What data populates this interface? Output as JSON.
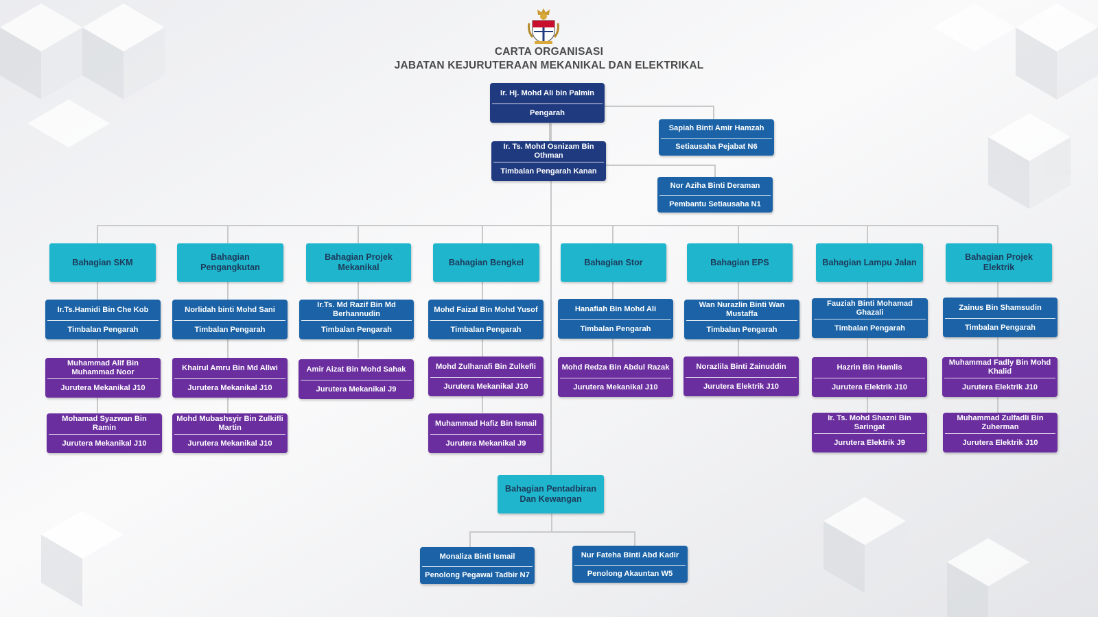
{
  "header": {
    "title": "CARTA ORGANISASI",
    "subtitle": "JABATAN KEJURUTERAAN MEKANIKAL DAN ELEKTRIKAL"
  },
  "top": {
    "director": {
      "name": "Ir. Hj. Mohd Ali bin Palmin",
      "position": "Pengarah"
    },
    "secretary": {
      "name": "Sapiah Binti Amir Hamzah",
      "position": "Setiausaha Pejabat N6"
    },
    "deputy": {
      "name": "Ir. Ts. Mohd Osnizam Bin Othman",
      "position": "Timbalan Pengarah Kanan"
    },
    "assistant": {
      "name": "Nor Aziha Binti Deraman",
      "position": "Pembantu Setiausaha N1"
    }
  },
  "divisions": [
    {
      "name": "Bahagian SKM",
      "deputy": {
        "name": "Ir.Ts.Hamidi Bin Che Kob",
        "position": "Timbalan Pengarah"
      },
      "staff": [
        {
          "name": "Muhammad Alif Bin Muhammad Noor",
          "position": "Jurutera Mekanikal J10"
        },
        {
          "name": "Mohamad Syazwan Bin Ramin",
          "position": "Jurutera Mekanikal J10"
        }
      ]
    },
    {
      "name": "Bahagian Pengangkutan",
      "deputy": {
        "name": "Norlidah binti Mohd Sani",
        "position": "Timbalan Pengarah"
      },
      "staff": [
        {
          "name": "Khairul Amru Bin Md Allwi",
          "position": "Jurutera Mekanikal J10"
        },
        {
          "name": "Mohd Mubashsyir Bin Zulkifli Martin",
          "position": "Jurutera Mekanikal J10"
        }
      ]
    },
    {
      "name": "Bahagian Projek Mekanikal",
      "deputy": {
        "name": "Ir.Ts. Md Razif Bin Md Berhannudin",
        "position": "Timbalan Pengarah"
      },
      "staff": [
        {
          "name": "Amir Aizat Bin Mohd Sahak",
          "position": "Jurutera Mekanikal J9"
        }
      ]
    },
    {
      "name": "Bahagian Bengkel",
      "deputy": {
        "name": "Mohd Faizal Bin Mohd Yusof",
        "position": "Timbalan Pengarah"
      },
      "staff": [
        {
          "name": "Mohd Zulhanafi Bin Zulkefli",
          "position": "Jurutera Mekanikal J10"
        },
        {
          "name": "Muhammad Hafiz Bin Ismail",
          "position": "Jurutera Mekanikal J9"
        }
      ]
    },
    {
      "name": "Bahagian Stor",
      "deputy": {
        "name": "Hanafiah Bin Mohd Ali",
        "position": "Timbalan Pengarah"
      },
      "staff": [
        {
          "name": "Mohd Redza Bin Abdul Razak",
          "position": "Jurutera Mekanikal J10"
        }
      ]
    },
    {
      "name": "Bahagian EPS",
      "deputy": {
        "name": "Wan Nurazlin Binti Wan Mustaffa",
        "position": "Timbalan Pengarah"
      },
      "staff": [
        {
          "name": "Norazlila Binti Zainuddin",
          "position": "Jurutera Elektrik J10"
        }
      ]
    },
    {
      "name": "Bahagian Lampu Jalan",
      "deputy": {
        "name": "Fauziah Binti Mohamad Ghazali",
        "position": "Timbalan Pengarah"
      },
      "staff": [
        {
          "name": "Hazrin Bin Hamlis",
          "position": "Jurutera Elektrik J10"
        },
        {
          "name": "Ir. Ts. Mohd Shazni Bin Saringat",
          "position": "Jurutera Elektrik J9"
        }
      ]
    },
    {
      "name": "Bahagian Projek Elektrik",
      "deputy": {
        "name": "Zainus Bin Shamsudin",
        "position": "Timbalan Pengarah"
      },
      "staff": [
        {
          "name": "Muhammad Fadly Bin Mohd Khalid",
          "position": "Jurutera Elektrik J10"
        },
        {
          "name": "Muhammad Zulfadli Bin Zuherman",
          "position": "Jurutera Elektrik J10"
        }
      ]
    }
  ],
  "admin": {
    "name": "Bahagian Pentadbiran Dan Kewangan",
    "staff": [
      {
        "name": "Monaliza Binti Ismail",
        "position": "Penolong Pegawai Tadbir N7"
      },
      {
        "name": "Nur Fateha Binti Abd Kadir",
        "position": "Penolong Akauntan W5"
      }
    ]
  },
  "colors": {
    "director": "#1f3a7f",
    "division": "#1fb6cd",
    "deputy": "#1b63a6",
    "staff": "#6a2e9e",
    "connector": "#c9c9c9"
  },
  "icons": [
    "crest-logo"
  ]
}
